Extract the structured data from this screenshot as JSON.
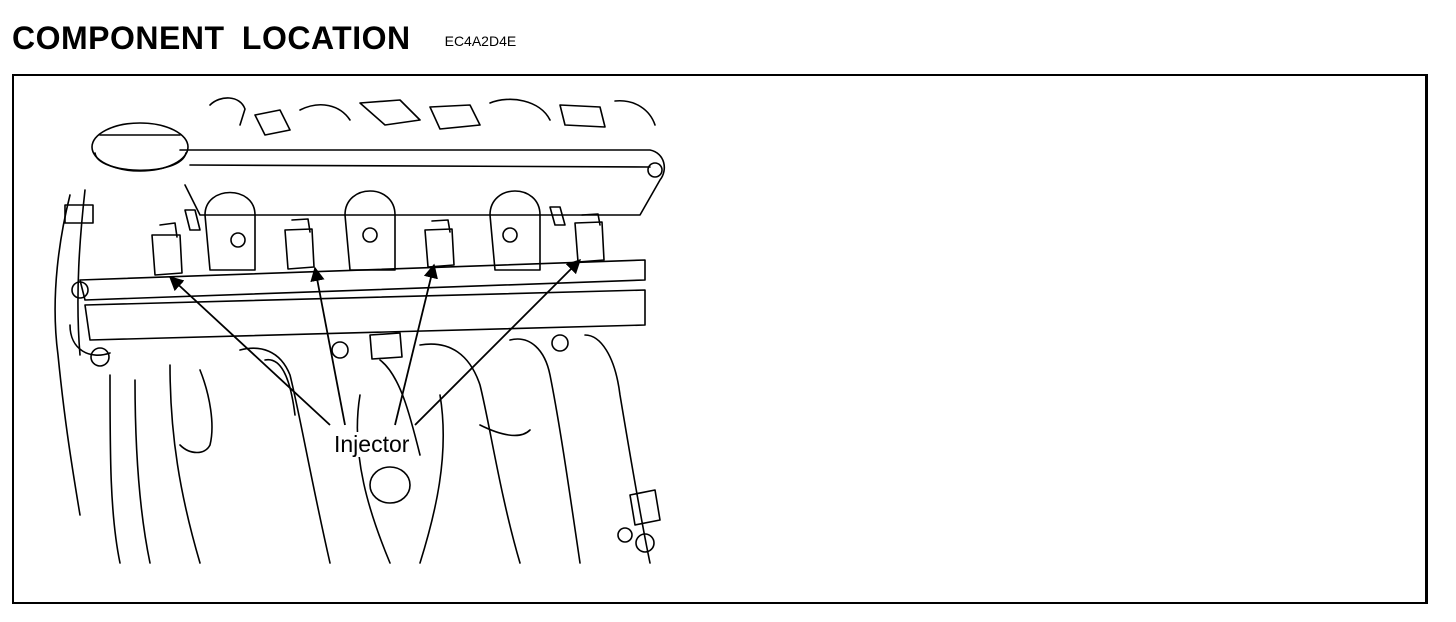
{
  "header": {
    "title": "COMPONENT LOCATION",
    "code": "EC4A2D4E"
  },
  "diagram": {
    "callout_label": "Injector",
    "callout_count": 4,
    "colors": {
      "line": "#000000",
      "background": "#ffffff"
    }
  }
}
